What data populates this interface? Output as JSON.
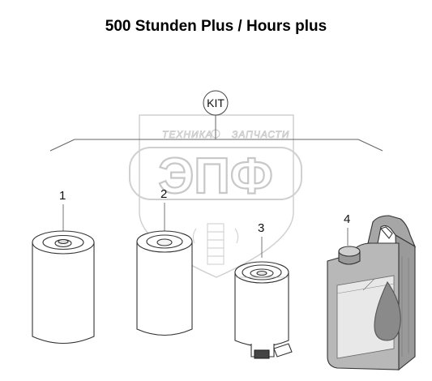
{
  "title": "500 Stunden Plus / Hours plus",
  "kit_label": "KIT",
  "parts": [
    {
      "label": "1",
      "icon": "filter-cartridge-icon"
    },
    {
      "label": "2",
      "icon": "filter-cartridge-icon"
    },
    {
      "label": "3",
      "icon": "fuel-filter-icon"
    },
    {
      "label": "4",
      "icon": "oil-canister-icon"
    }
  ],
  "watermark": {
    "top_left": "ТЕХНИКА",
    "top_right": "ЗАПЧАСТИ",
    "big": "ЭПФ"
  }
}
